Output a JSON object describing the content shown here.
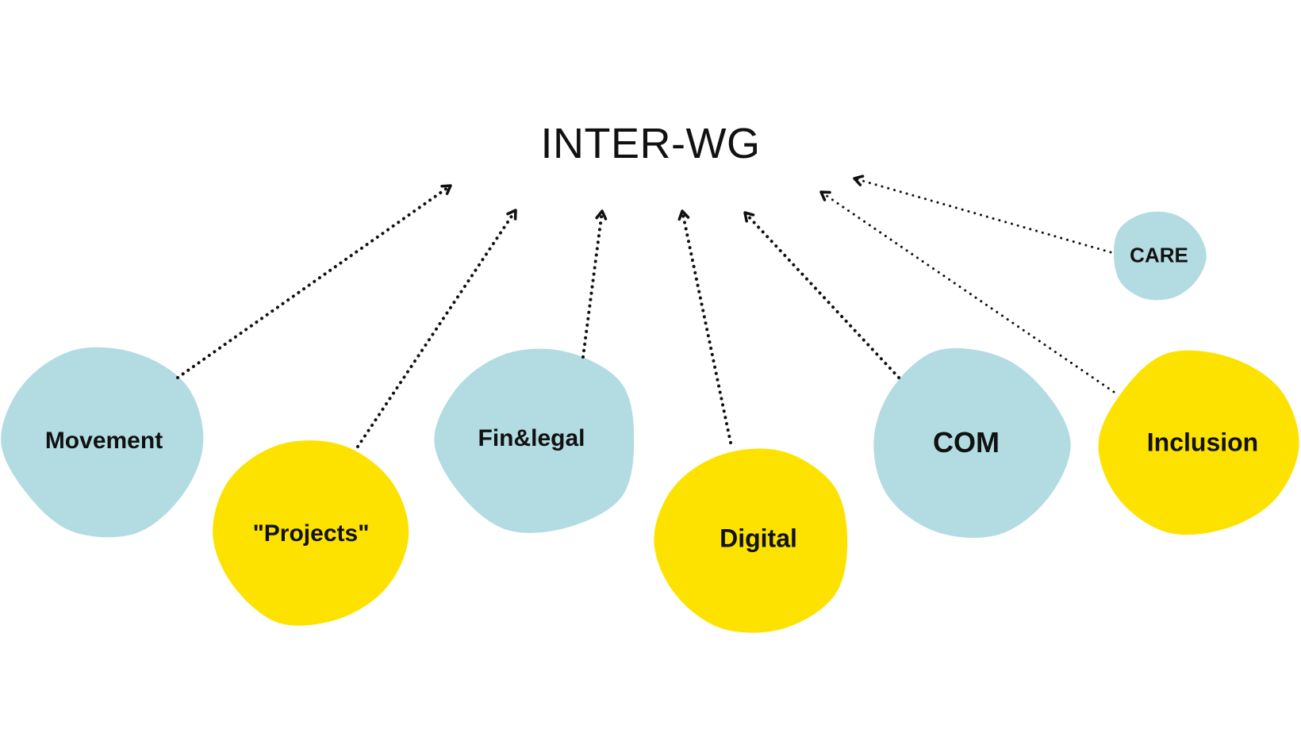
{
  "title": "INTER-WG",
  "colors": {
    "blue": "#b2dce2",
    "yellow": "#fde200",
    "arrow": "#111111",
    "text": "#111111"
  },
  "nodes": [
    {
      "id": "movement",
      "label": "Movement",
      "color": "blue"
    },
    {
      "id": "projects",
      "label": "\"Projects\"",
      "color": "yellow"
    },
    {
      "id": "fin-legal",
      "label": "Fin&legal",
      "color": "blue"
    },
    {
      "id": "digital",
      "label": "Digital",
      "color": "yellow"
    },
    {
      "id": "com",
      "label": "COM",
      "color": "blue"
    },
    {
      "id": "inclusion",
      "label": "Inclusion",
      "color": "yellow"
    },
    {
      "id": "care",
      "label": "CARE",
      "color": "blue"
    }
  ],
  "edges": [
    {
      "from": "movement",
      "to": "INTER-WG"
    },
    {
      "from": "projects",
      "to": "INTER-WG"
    },
    {
      "from": "fin-legal",
      "to": "INTER-WG"
    },
    {
      "from": "digital",
      "to": "INTER-WG"
    },
    {
      "from": "com",
      "to": "INTER-WG"
    },
    {
      "from": "inclusion",
      "to": "INTER-WG"
    },
    {
      "from": "care",
      "to": "INTER-WG"
    }
  ]
}
